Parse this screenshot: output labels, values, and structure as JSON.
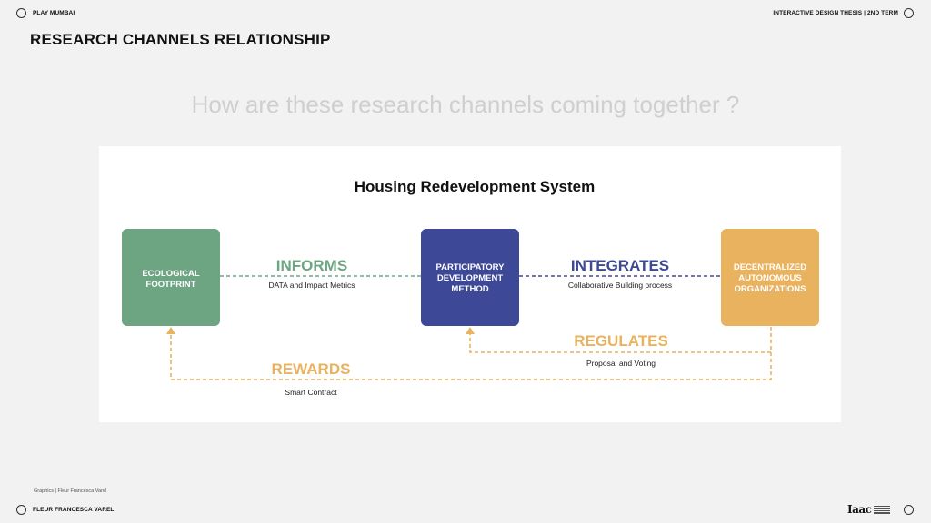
{
  "header": {
    "left_label": "PLAY MUMBAI",
    "right_label": "INTERACTIVE DESIGN THESIS | 2ND TERM",
    "title": "RESEARCH CHANNELS RELATIONSHIP"
  },
  "question": "How are these research channels coming together ?",
  "diagram": {
    "title": "Housing Redevelopment System",
    "nodes": [
      {
        "id": "eco",
        "label": [
          "ECOLOGICAL",
          "FOOTPRINT"
        ],
        "color": "#6da583"
      },
      {
        "id": "pdm",
        "label": [
          "PARTICIPATORY",
          "DEVELOPMENT",
          "METHOD"
        ],
        "color": "#3d4896"
      },
      {
        "id": "dao",
        "label": [
          "DECENTRALIZED",
          "AUTONOMOUS",
          "ORGANIZATIONS"
        ],
        "color": "#e9b25f"
      }
    ],
    "relations": [
      {
        "id": "informs",
        "label": "INFORMS",
        "sublabel": "DATA and Impact Metrics",
        "color": "#6da583"
      },
      {
        "id": "integrates",
        "label": "INTEGRATES",
        "sublabel": "Collaborative Building process",
        "color": "#3d4896"
      },
      {
        "id": "regulates",
        "label": "REGULATES",
        "sublabel": "Proposal and Voting",
        "color": "#e9b25f"
      },
      {
        "id": "rewards",
        "label": "REWARDS",
        "sublabel": "Smart Contract",
        "color": "#e9b25f"
      }
    ]
  },
  "footer": {
    "credit": "Graphics | Fleur Francesca Varel",
    "author": "FLEUR FRANCESCA VAREL",
    "logo": "Iaac"
  }
}
